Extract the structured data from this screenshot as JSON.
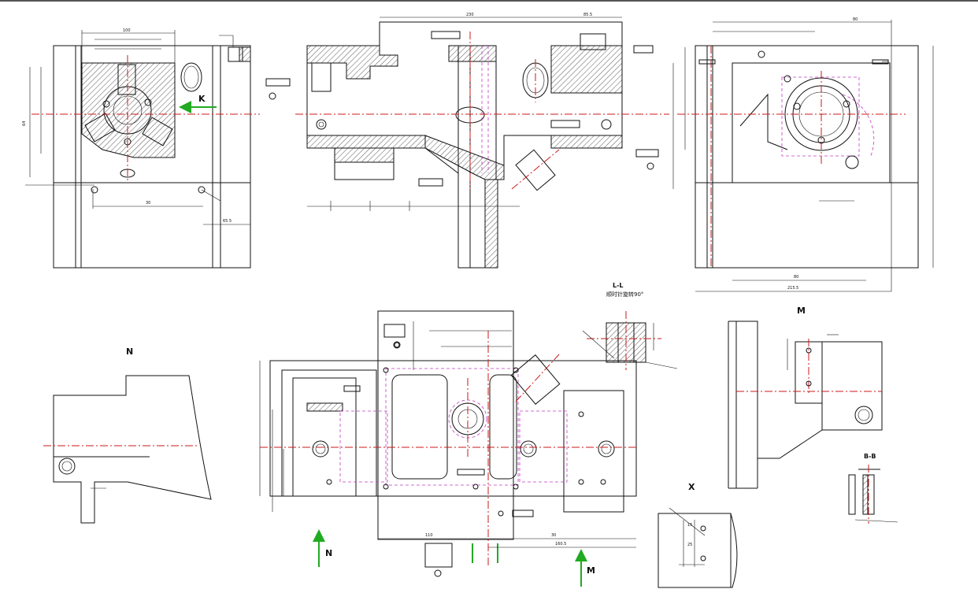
{
  "drawing": {
    "colors": {
      "ink": "#111111",
      "centerline": "#cc1a1a",
      "hidden_line": "#c03cc0",
      "arrow": "#22aa22",
      "frame_top": "#555555"
    },
    "view_labels": {
      "k_arrow": "K",
      "n_view": "N",
      "n_arrow": "N",
      "m_arrow": "M",
      "m_view": "M",
      "x_view": "X",
      "b_section": "B-B",
      "l_section": "L-L",
      "l_section_note": "顺时针旋转90°"
    },
    "dimensions": {
      "top_left_width": "100",
      "top_left_height": "64",
      "top_left_bottom": "30",
      "top_left_side": "65.5",
      "top_mid_length": "230",
      "top_mid_right": "85.5",
      "top_right_width": "80",
      "top_right_side": "80",
      "top_right_bottom": "215.5",
      "bottom_mid_left": "110",
      "bottom_mid_right": "30",
      "bottom_mid_total": "160.5",
      "x_view_a": "15",
      "x_view_b": "25"
    }
  }
}
